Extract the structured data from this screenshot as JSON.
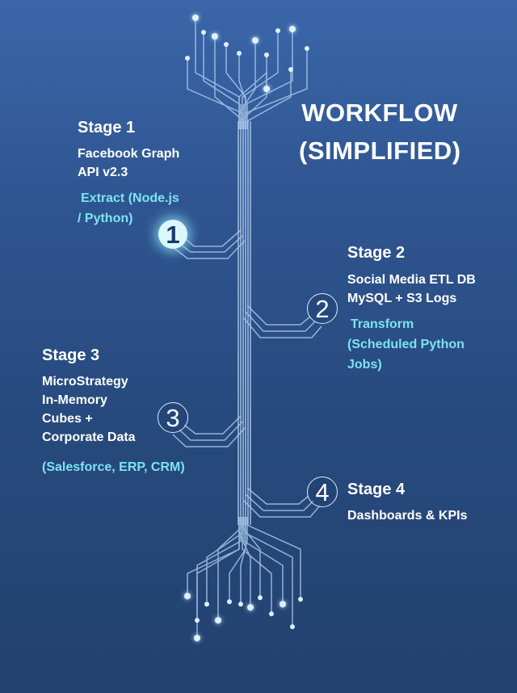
{
  "title": {
    "line1": "WORKFLOW",
    "line2": "(SIMPLIFIED)"
  },
  "stages": [
    {
      "number": "1",
      "heading": "Stage 1",
      "desc": [
        "Facebook Graph",
        "API v2.3"
      ],
      "highlight": [
        "Extract (Node.js",
        "/ Python)"
      ]
    },
    {
      "number": "2",
      "heading": "Stage 2",
      "desc": [
        "Social Media ETL DB",
        "MySQL + S3 Logs"
      ],
      "highlight": [
        "Transform",
        "(Scheduled Python",
        "Jobs)"
      ]
    },
    {
      "number": "3",
      "heading": "Stage 3",
      "desc": [
        "MicroStrategy",
        "In-Memory",
        "Cubes +",
        "Corporate Data"
      ],
      "highlight": [
        "(Salesforce, ERP, CRM)"
      ]
    },
    {
      "number": "4",
      "heading": "Stage 4",
      "desc": [
        "Dashboards & KPIs"
      ],
      "highlight": []
    }
  ],
  "colors": {
    "background_top": "#3a66a9",
    "background_bottom": "#23416f",
    "circuit_line": "#a8c6ea",
    "highlight_text": "#7ce3f3",
    "node_glow": "#dcf7fb"
  },
  "icons": [
    "circuit-tree-icon",
    "step-number-badge"
  ]
}
